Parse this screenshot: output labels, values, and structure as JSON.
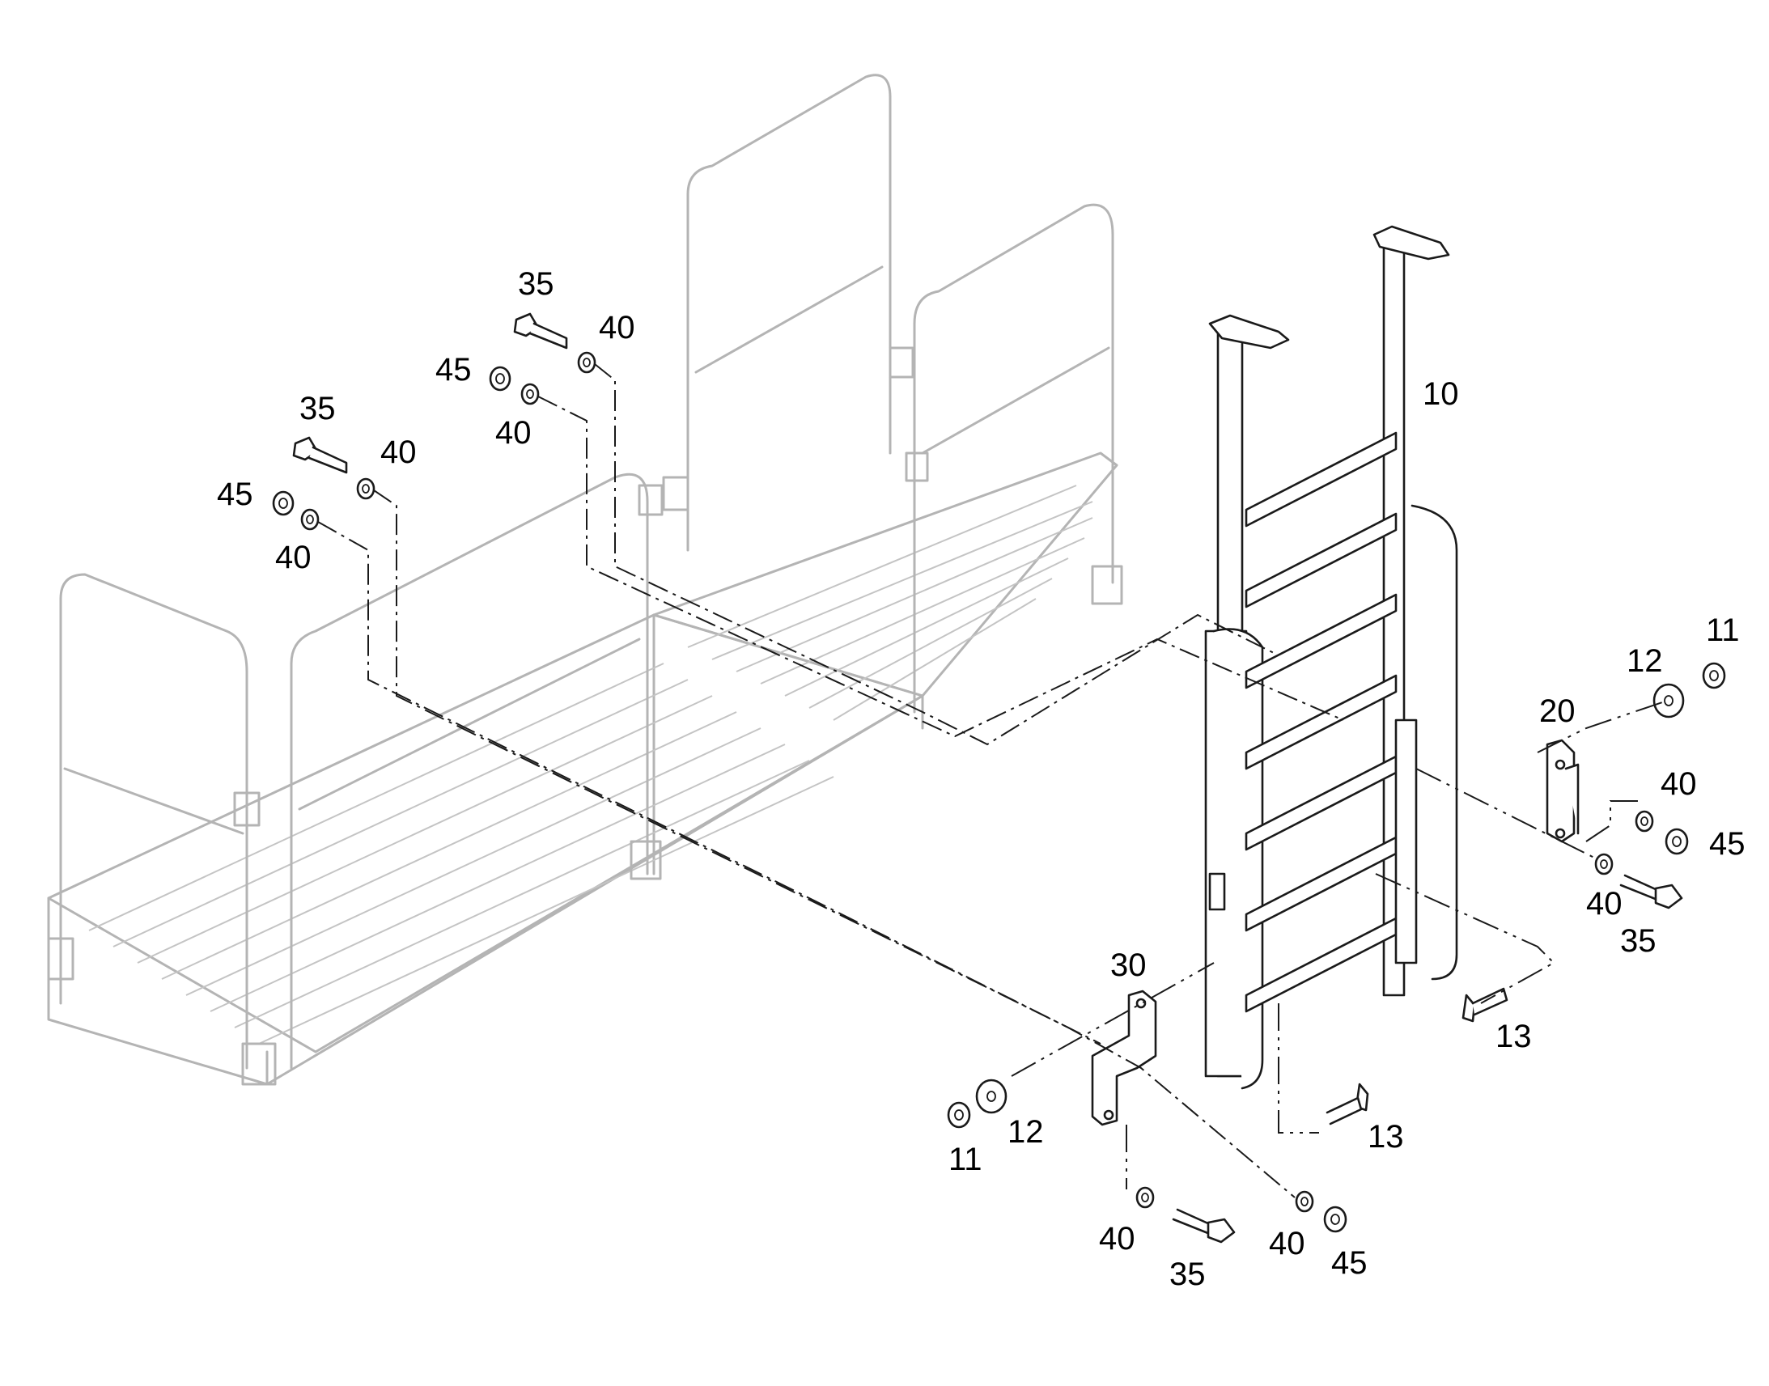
{
  "callouts": {
    "p35_top": "35",
    "p40_top_a": "40",
    "p45_top": "45",
    "p40_top_b": "40",
    "p35_mid": "35",
    "p40_mid_a": "40",
    "p45_mid": "45",
    "p40_mid_b": "40",
    "p10": "10",
    "p11_right": "11",
    "p12_right": "12",
    "p20": "20",
    "p40_right_a": "40",
    "p45_right": "45",
    "p40_right_b": "40",
    "p35_right": "35",
    "p13_right": "13",
    "p30": "30",
    "p11_left": "11",
    "p12_left": "12",
    "p13_low": "13",
    "p40_low_a": "40",
    "p35_low": "35",
    "p40_low_b": "40",
    "p45_low": "45"
  },
  "colors": {
    "ghost_lines": "#b4b4b4",
    "part_lines": "#1a1a1a",
    "text": "#000000",
    "background": "#ffffff"
  }
}
